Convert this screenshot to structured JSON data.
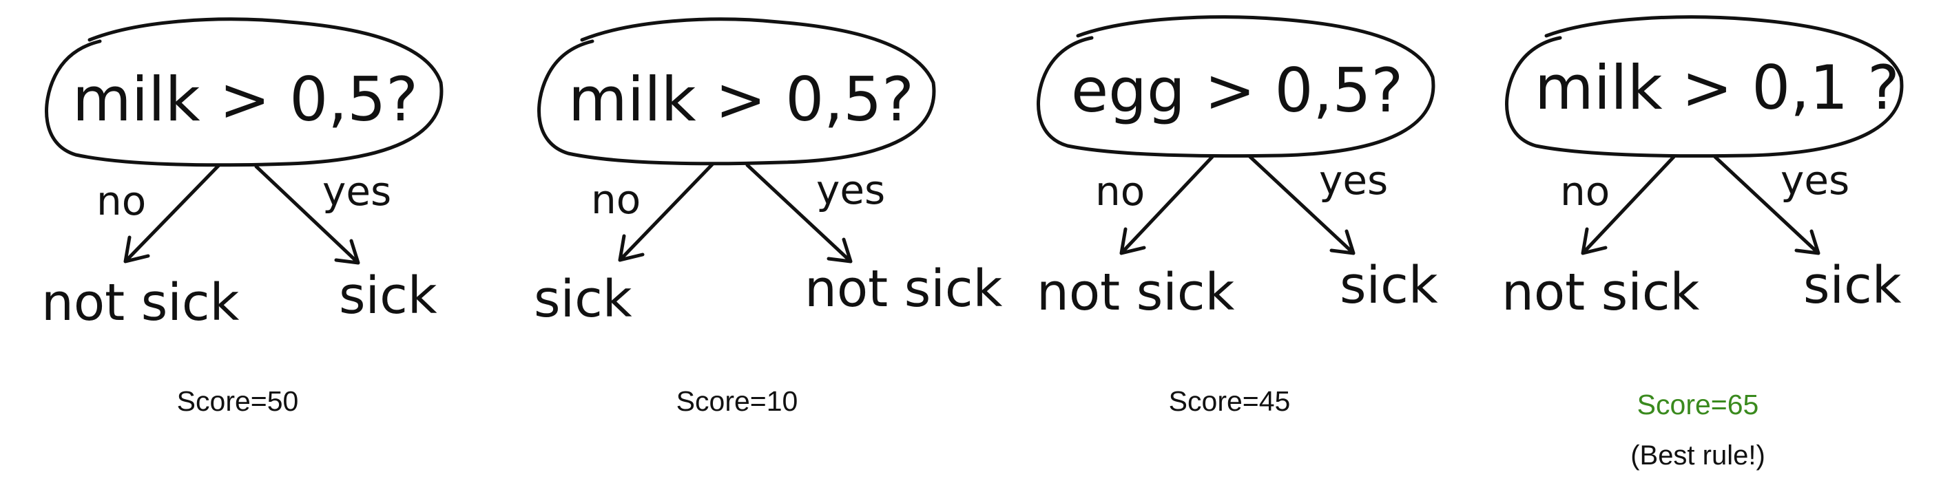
{
  "rules": [
    {
      "question": "milk > 0,5?",
      "no_label": "no",
      "yes_label": "yes",
      "no_leaf": "not sick",
      "yes_leaf": "sick",
      "score": "Score=50"
    },
    {
      "question": "milk > 0,5?",
      "no_label": "no",
      "yes_label": "yes",
      "no_leaf": "sick",
      "yes_leaf": "not sick",
      "score": "Score=10"
    },
    {
      "question": "egg > 0,5?",
      "no_label": "no",
      "yes_label": "yes",
      "no_leaf": "not sick",
      "yes_leaf": "sick",
      "score": "Score=45"
    },
    {
      "question": "milk > 0,1 ?",
      "no_label": "no",
      "yes_label": "yes",
      "no_leaf": "not sick",
      "yes_leaf": "sick",
      "score": "Score=65",
      "note": "(Best rule!)"
    }
  ],
  "colors": {
    "ink": "#111111",
    "best_score": "#3a8a1e"
  }
}
